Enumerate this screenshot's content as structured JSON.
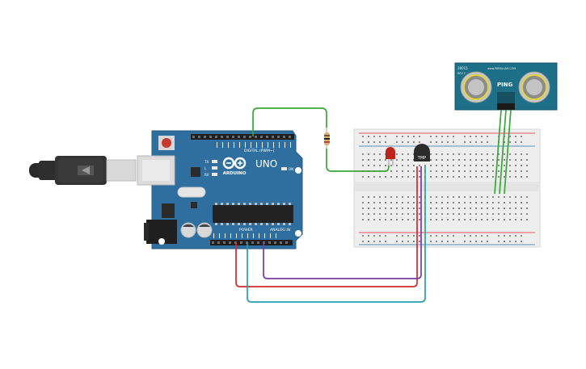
{
  "arduino": {
    "brand": "ARDUINO",
    "model": "UNO",
    "digital_label": "DIGITAL (PWM~)",
    "power_label": "POWER",
    "analog_label": "ANALOG IN",
    "on_label": "ON",
    "tx_label": "TX",
    "rx_label": "RX",
    "l_label": "L"
  },
  "temp_sensor": {
    "label": "TMP"
  },
  "ultrasonic": {
    "label": "PING",
    "model": "28015",
    "rev": "REV C",
    "site": "www.PARALLAX.COM"
  },
  "colors": {
    "board": "#2f6f9f",
    "breadboard": "#eeeeee",
    "wire_green": "#3aa63a",
    "wire_red": "#d32a2a",
    "wire_purple": "#7a3a9c",
    "wire_teal": "#2a9cb0",
    "ultrasonic_board": "#1c6f86"
  }
}
